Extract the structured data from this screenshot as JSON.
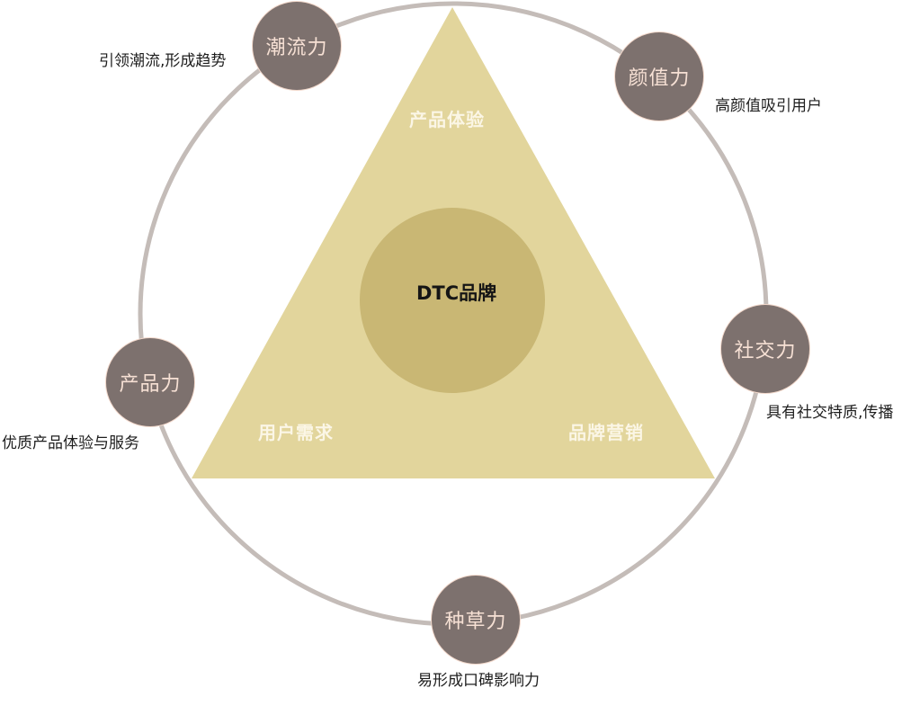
{
  "diagram": {
    "center": {
      "label": "DTC品牌"
    },
    "triangle": {
      "top_label": "产品体验",
      "left_label": "用户需求",
      "right_label": "品牌营销"
    },
    "ring_nodes": [
      {
        "label": "潮流力",
        "caption": "引领潮流,形成趋势"
      },
      {
        "label": "颜值力",
        "caption": "高颜值吸引用户"
      },
      {
        "label": "社交力",
        "caption": "具有社交特质,传播"
      },
      {
        "label": "种草力",
        "caption": "易形成口碑影响力"
      },
      {
        "label": "产品力",
        "caption": "优质产品体验与服务"
      }
    ],
    "colors": {
      "ring": "#c4bcb8",
      "triangle": "#e2d59c",
      "center_circle": "#c9b774",
      "node_fill": "#7d716e",
      "node_text": "#f6e0d4",
      "triangle_text": "#fbf6e6",
      "caption_text": "#1e1e1e"
    }
  }
}
